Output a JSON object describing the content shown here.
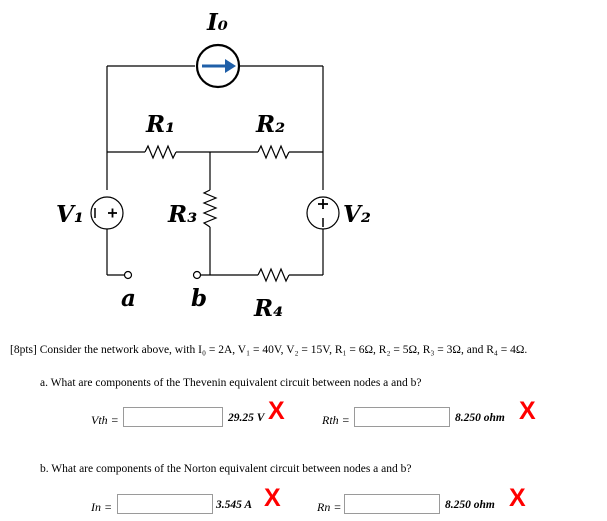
{
  "circuit": {
    "source_current_label": "I₀",
    "v1_label": "V₁",
    "v2_label": "V₂",
    "r1_label": "R₁",
    "r2_label": "R₂",
    "r3_label": "R₃",
    "r4_label": "R₄",
    "node_a_label": "a",
    "node_b_label": "b",
    "plus_sign": "+",
    "minus_sign": "−"
  },
  "problem": {
    "statement": "[8pts] Consider the network above, with I₀ = 2A, V₁ = 40V, V₂ = 15V, R₁ = 6Ω, R₂ = 5Ω, R₃ = 3Ω, and R₄ = 4Ω.",
    "part_a": "a. What are components of the Thevenin equivalent circuit between nodes a and b?",
    "part_b": "b. What are components of the Norton equivalent circuit between nodes a and b?"
  },
  "fields": {
    "vth": {
      "label": "Vth =",
      "value": "",
      "answer": "29.25 V"
    },
    "rth": {
      "label": "Rth =",
      "value": "",
      "answer": "8.250 ohm"
    },
    "in": {
      "label": "In =",
      "value": "",
      "answer": "3.545 A"
    },
    "rn": {
      "label": "Rn =",
      "value": "",
      "answer": "8.250 ohm"
    }
  },
  "marks": {
    "wrong": "X"
  },
  "colors": {
    "wrong_mark": "#ff0000",
    "arrow": "#1f5fa8",
    "wire": "#000000"
  }
}
